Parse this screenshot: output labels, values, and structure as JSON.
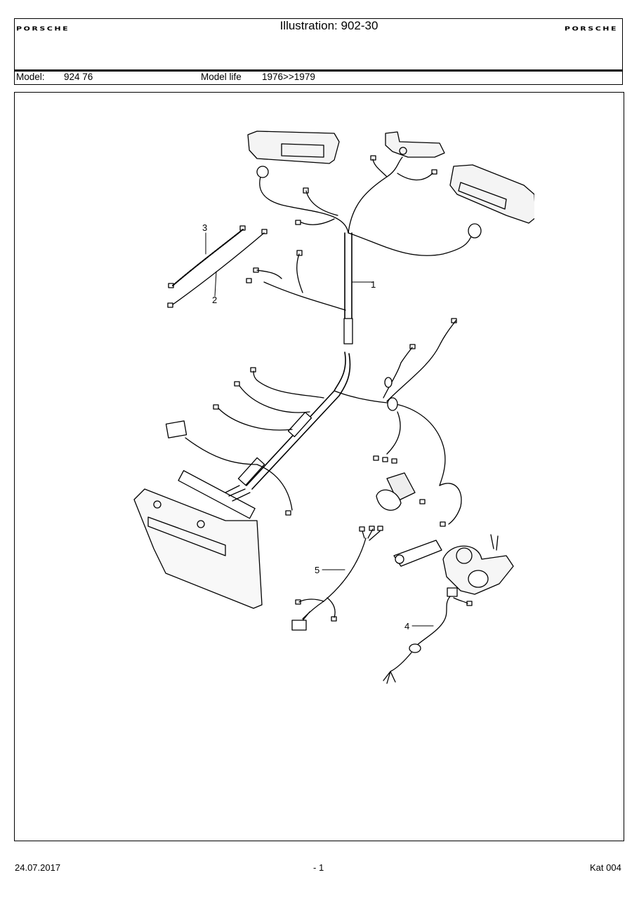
{
  "header": {
    "brand_left": "PORSCHE",
    "brand_right": "PORSCHE",
    "title": "Illustration: 902-30",
    "model_label": "Model:",
    "model_value": "924 76",
    "model_life_label": "Model life",
    "model_life_value": "1976>>1979"
  },
  "diagram": {
    "callouts": [
      "1",
      "2",
      "3",
      "4",
      "5"
    ]
  },
  "footer": {
    "date": "24.07.2017",
    "page": "- 1",
    "catalog": "Kat 004"
  }
}
